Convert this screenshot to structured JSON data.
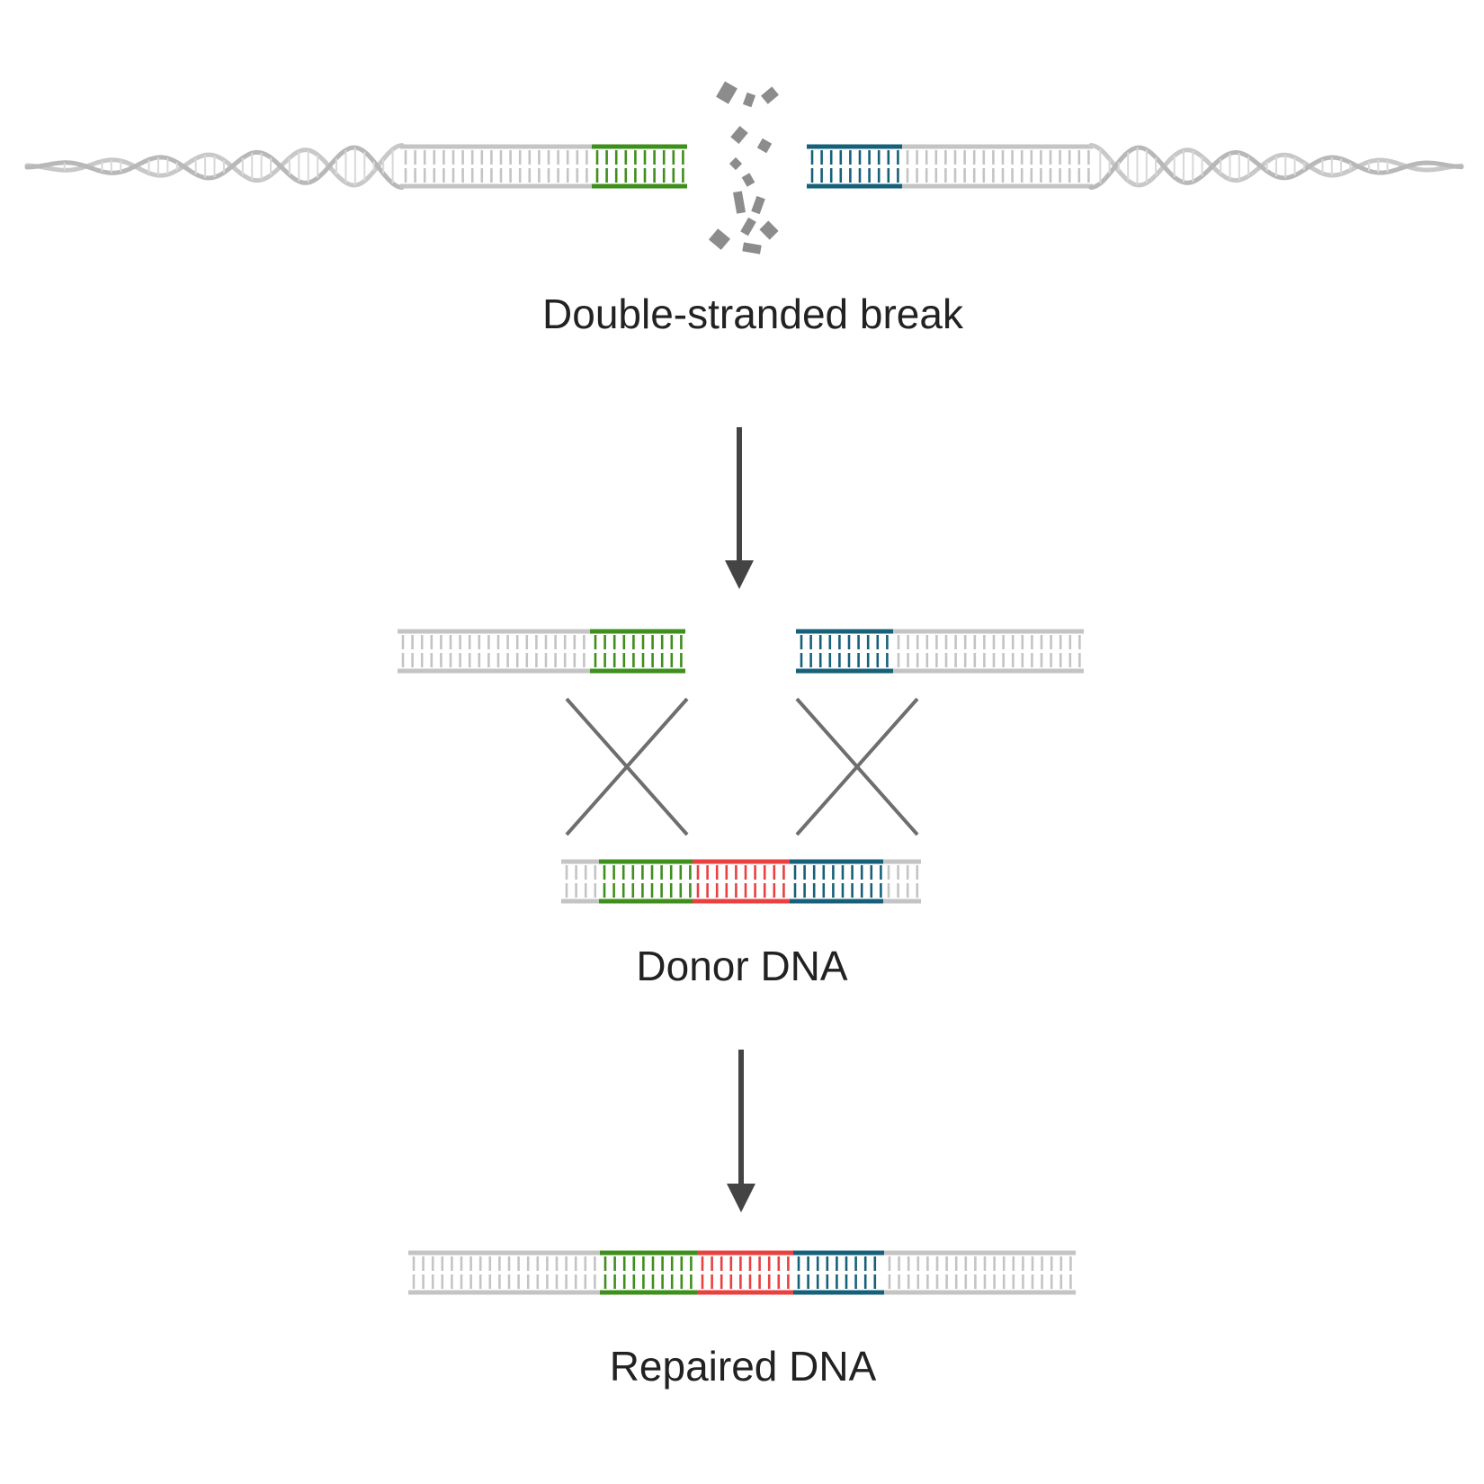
{
  "labels": {
    "break": "Double-stranded break",
    "donor": "Donor DNA",
    "repaired": "Repaired DNA"
  },
  "colors": {
    "gray_dna": "#c4c4c4",
    "green": "#3f8f1c",
    "teal": "#17607a",
    "red": "#e84140",
    "arrow": "#444444",
    "cross": "#6e6e6e",
    "fragments": "#8c8c8c",
    "helix": "#c8c8c8"
  },
  "stages": [
    {
      "name": "double-stranded-break",
      "segments": [
        "gray",
        "green",
        "gap",
        "teal",
        "gray"
      ]
    },
    {
      "name": "donor-dna",
      "segments": [
        "gray",
        "green",
        "red",
        "teal",
        "gray"
      ]
    },
    {
      "name": "repaired-dna",
      "segments": [
        "gray",
        "green",
        "red",
        "teal",
        "gray"
      ]
    }
  ]
}
